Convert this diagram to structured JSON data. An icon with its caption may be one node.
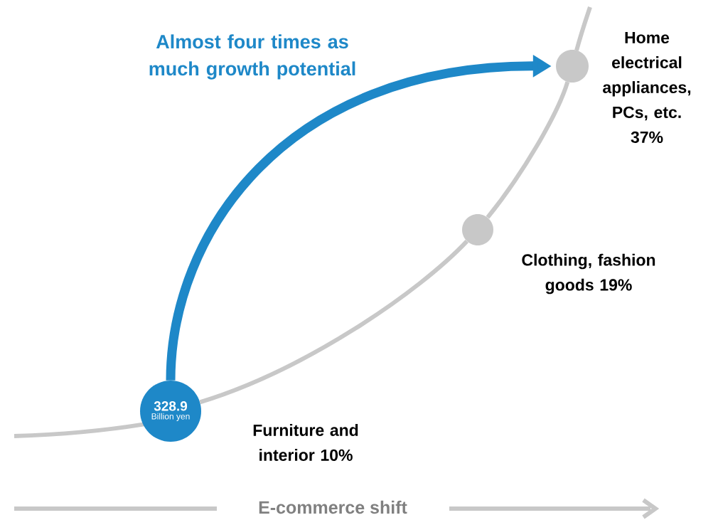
{
  "diagram": {
    "nodes": [
      {
        "text": [
          "328.9",
          "Billion yen"
        ],
        "beside": [
          "Furniture and interior 10%"
        ]
      },
      {
        "text": [],
        "shape": "circle",
        "beside": [
          "Clothing, fashion goods 19%"
        ]
      },
      {
        "text": [],
        "shape": "circle",
        "beside": [
          "Home electrical appliances, PCs, etc. 37%"
        ]
      }
    ],
    "edges": [
      {
        "from": 0,
        "to": 1,
        "arrow": "none",
        "color": "#c8c8c8"
      },
      {
        "from": 1,
        "to": 2,
        "arrow": "none",
        "color": "#c8c8c8"
      },
      {
        "from": 0,
        "to": 2,
        "arrow": "to",
        "label": "Almost four times as much growth potential",
        "style": "thick",
        "color": "#1e88c8"
      }
    ],
    "labels": [
      "E-commerce shift"
    ]
  }
}
